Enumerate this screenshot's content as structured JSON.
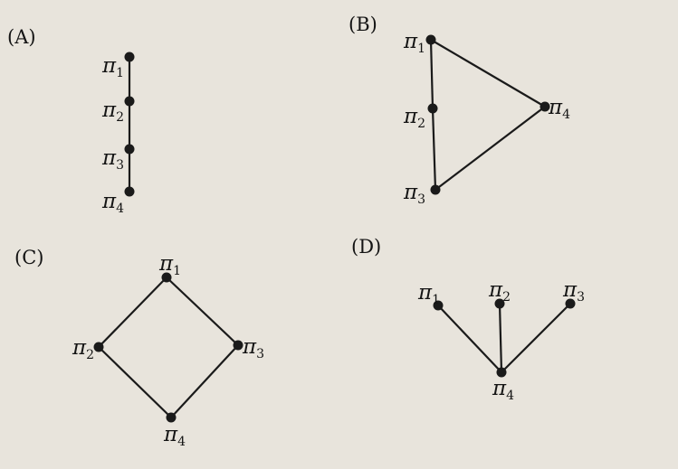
{
  "panels": [
    {
      "id": "A",
      "label": "(A)",
      "nodes": [
        {
          "id": "p1",
          "symbol": "π",
          "sub": "1"
        },
        {
          "id": "p2",
          "symbol": "π",
          "sub": "2"
        },
        {
          "id": "p3",
          "symbol": "π",
          "sub": "3"
        },
        {
          "id": "p4",
          "symbol": "π",
          "sub": "4"
        }
      ],
      "edges": [
        [
          "p1",
          "p2"
        ],
        [
          "p2",
          "p3"
        ],
        [
          "p3",
          "p4"
        ]
      ]
    },
    {
      "id": "B",
      "label": "(B)",
      "nodes": [
        {
          "id": "p1",
          "symbol": "π",
          "sub": "1"
        },
        {
          "id": "p2",
          "symbol": "π",
          "sub": "2"
        },
        {
          "id": "p3",
          "symbol": "π",
          "sub": "3"
        },
        {
          "id": "p4",
          "symbol": "π",
          "sub": "4"
        }
      ],
      "edges": [
        [
          "p1",
          "p2"
        ],
        [
          "p2",
          "p3"
        ],
        [
          "p1",
          "p4"
        ],
        [
          "p3",
          "p4"
        ]
      ]
    },
    {
      "id": "C",
      "label": "(C)",
      "nodes": [
        {
          "id": "p1",
          "symbol": "π",
          "sub": "1"
        },
        {
          "id": "p2",
          "symbol": "π",
          "sub": "2"
        },
        {
          "id": "p3",
          "symbol": "π",
          "sub": "3"
        },
        {
          "id": "p4",
          "symbol": "π",
          "sub": "4"
        }
      ],
      "edges": [
        [
          "p1",
          "p2"
        ],
        [
          "p1",
          "p3"
        ],
        [
          "p2",
          "p4"
        ],
        [
          "p3",
          "p4"
        ]
      ]
    },
    {
      "id": "D",
      "label": "(D)",
      "nodes": [
        {
          "id": "p1",
          "symbol": "π",
          "sub": "1"
        },
        {
          "id": "p2",
          "symbol": "π",
          "sub": "2"
        },
        {
          "id": "p3",
          "symbol": "π",
          "sub": "3"
        },
        {
          "id": "p4",
          "symbol": "π",
          "sub": "4"
        }
      ],
      "edges": [
        [
          "p1",
          "p4"
        ],
        [
          "p2",
          "p4"
        ],
        [
          "p3",
          "p4"
        ]
      ]
    }
  ]
}
